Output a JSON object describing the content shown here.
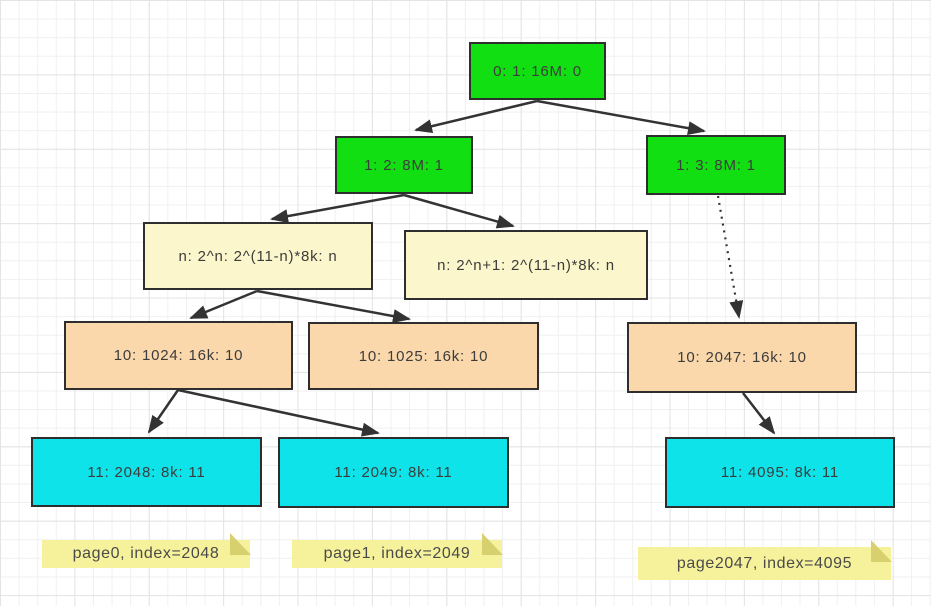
{
  "colors": {
    "green": "#12df12",
    "cream": "#fbf6cb",
    "peach": "#fad8ab",
    "cyan": "#0fe3ea",
    "note-bg": "#f6f29c",
    "note-fold": "#d8cf6f",
    "node-border": "#2e2e2e",
    "text": "#3c3c3c",
    "arrow": "#333333"
  },
  "diagram": {
    "nodes": {
      "root": {
        "label": "0: 1: 16M: 0"
      },
      "left_child": {
        "label": "1: 2: 8M: 1"
      },
      "right_child": {
        "label": "1: 3: 8M: 1"
      },
      "formula_left": {
        "label": "n: 2^n: 2^(11-n)*8k: n"
      },
      "formula_right": {
        "label": "n: 2^n+1: 2^(11-n)*8k: n"
      },
      "n1024": {
        "label": "10: 1024: 16k: 10"
      },
      "n1025": {
        "label": "10: 1025: 16k: 10"
      },
      "n2047": {
        "label": "10: 2047: 16k: 10"
      },
      "n2048": {
        "label": "11: 2048: 8k: 11"
      },
      "n2049": {
        "label": "11: 2049: 8k: 11"
      },
      "n4095": {
        "label": "11: 4095: 8k: 11"
      }
    },
    "notes": {
      "page0": {
        "label": "page0, index=2048"
      },
      "page1": {
        "label": "page1, index=2049"
      },
      "page2047": {
        "label": "page2047, index=4095"
      }
    }
  }
}
